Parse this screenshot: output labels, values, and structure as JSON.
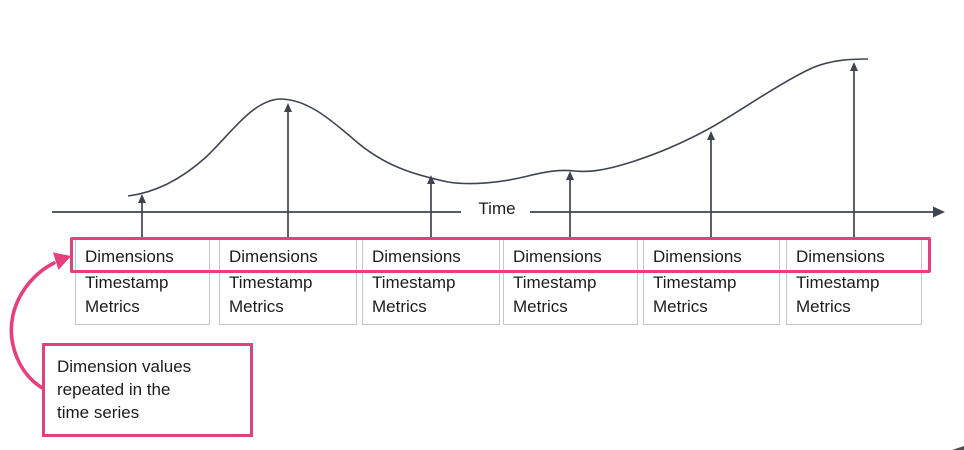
{
  "diagram": {
    "axis": {
      "label": "Time"
    },
    "records": [
      {
        "fields": [
          "Dimensions",
          "Timestamp",
          "Metrics"
        ]
      },
      {
        "fields": [
          "Dimensions",
          "Timestamp",
          "Metrics"
        ]
      },
      {
        "fields": [
          "Dimensions",
          "Timestamp",
          "Metrics"
        ]
      },
      {
        "fields": [
          "Dimensions",
          "Timestamp",
          "Metrics"
        ]
      },
      {
        "fields": [
          "Dimensions",
          "Timestamp",
          "Metrics"
        ]
      },
      {
        "fields": [
          "Dimensions",
          "Timestamp",
          "Metrics"
        ]
      }
    ],
    "callout": {
      "lines": [
        "Dimension values",
        "repeated in the",
        "time series"
      ]
    },
    "colors": {
      "highlight_pink": "#e83e7d",
      "stroke_dark": "#3f4450",
      "box_border": "#c3c6ca",
      "text": "#1c1c1c"
    }
  }
}
